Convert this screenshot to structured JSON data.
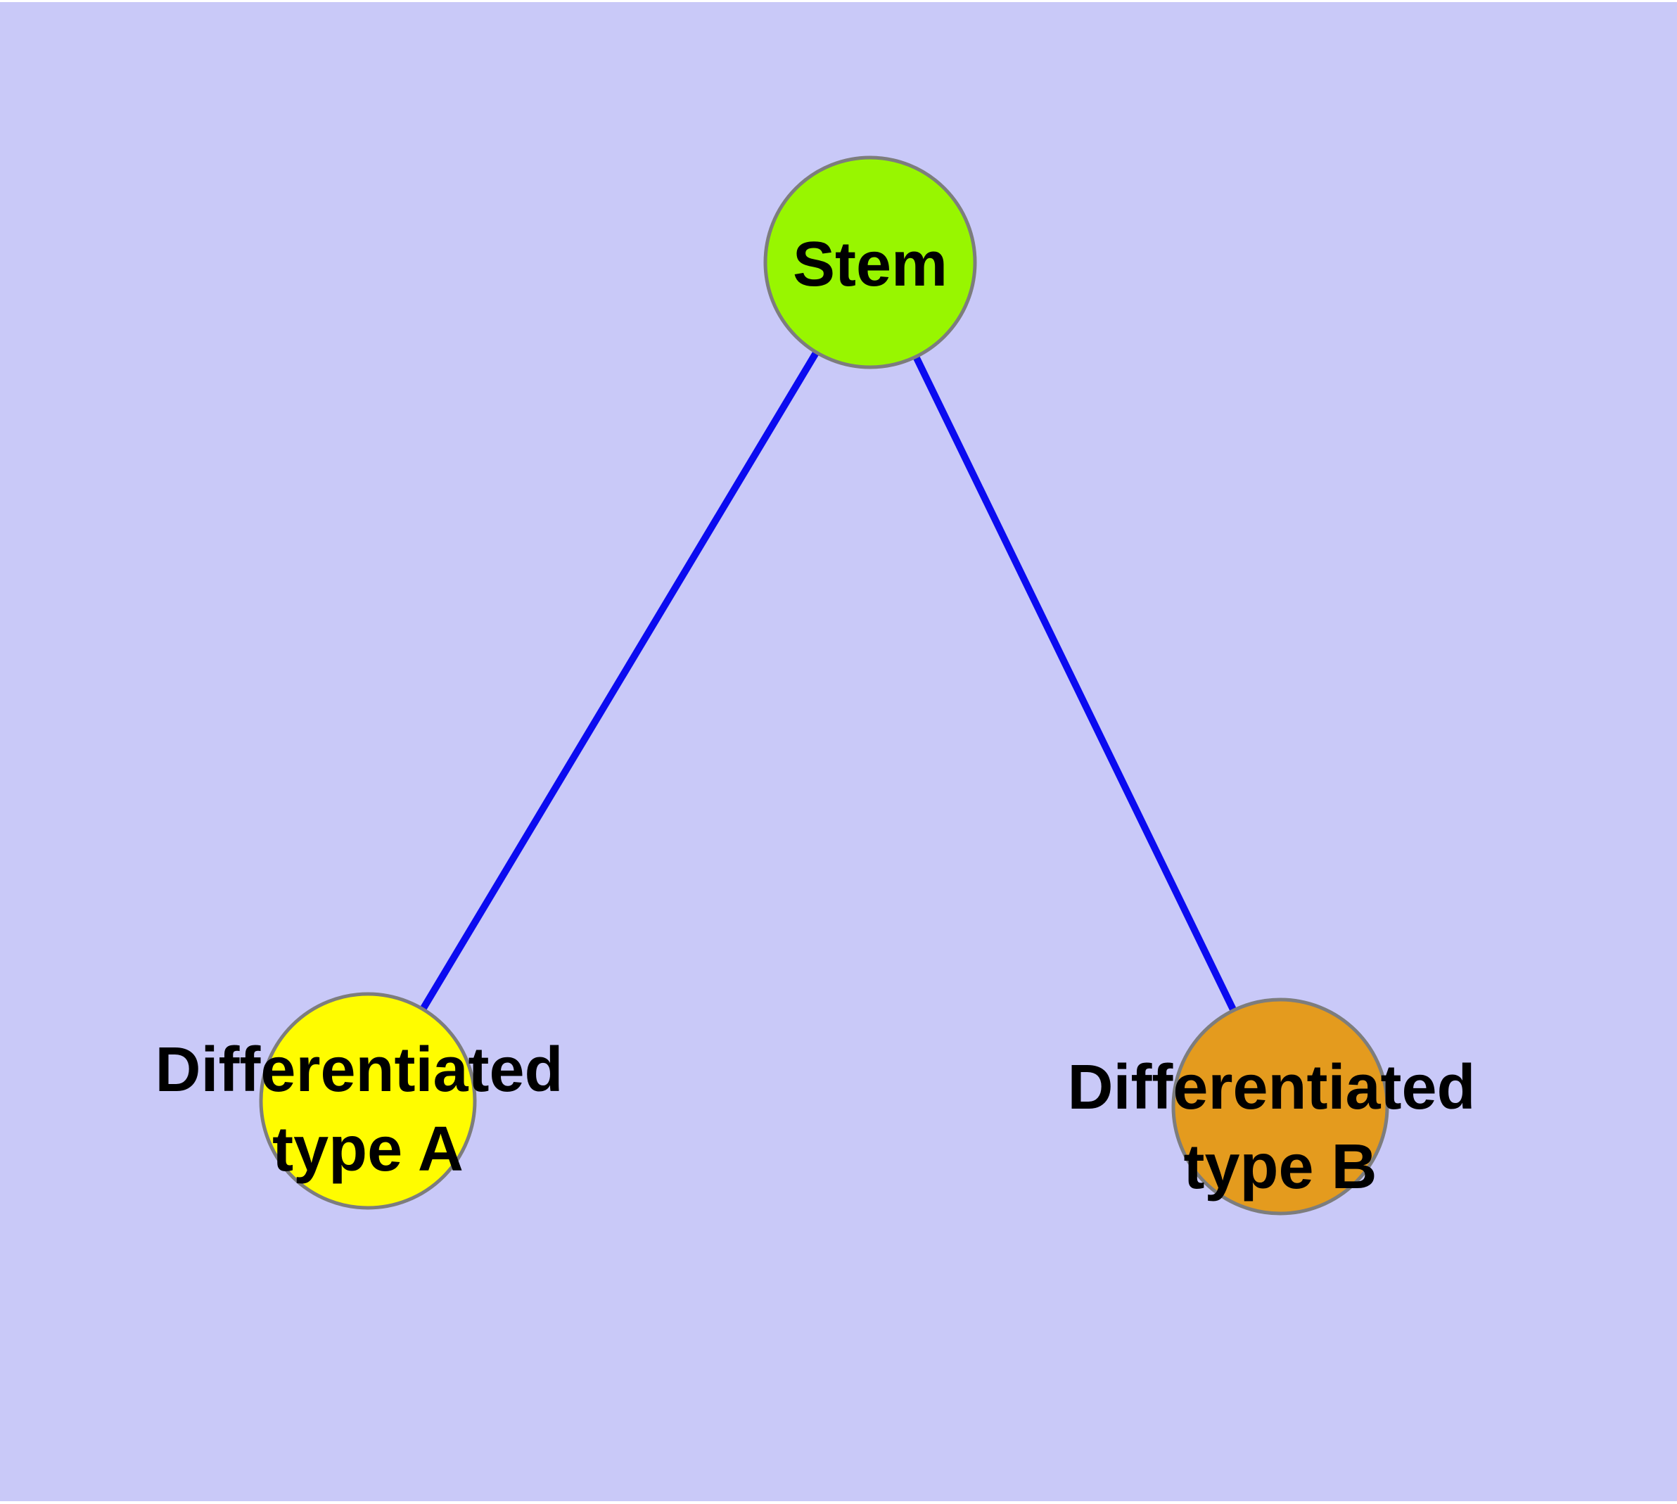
{
  "canvas": {
    "panel_color": "#c9c9f8",
    "margin_color": "#ffffff",
    "text_color": "#000000"
  },
  "nodes": [
    {
      "id": "stem",
      "label": "Stem",
      "fill": "#98f600",
      "border": "#7d7d7d"
    },
    {
      "id": "differentiated-type-a",
      "label_lines": [
        "Differentiated",
        "type A"
      ],
      "fill": "#fffc00",
      "border": "#7d7d7d"
    },
    {
      "id": "differentiated-type-b",
      "label_lines": [
        "Differentiated",
        "type B"
      ],
      "fill": "#e49b1e",
      "border": "#7d7d7d"
    }
  ],
  "edges": [
    {
      "from": "stem",
      "to": "differentiated-type-a",
      "color": "#0b0bf0"
    },
    {
      "from": "stem",
      "to": "differentiated-type-b",
      "color": "#0b0bf0"
    }
  ]
}
